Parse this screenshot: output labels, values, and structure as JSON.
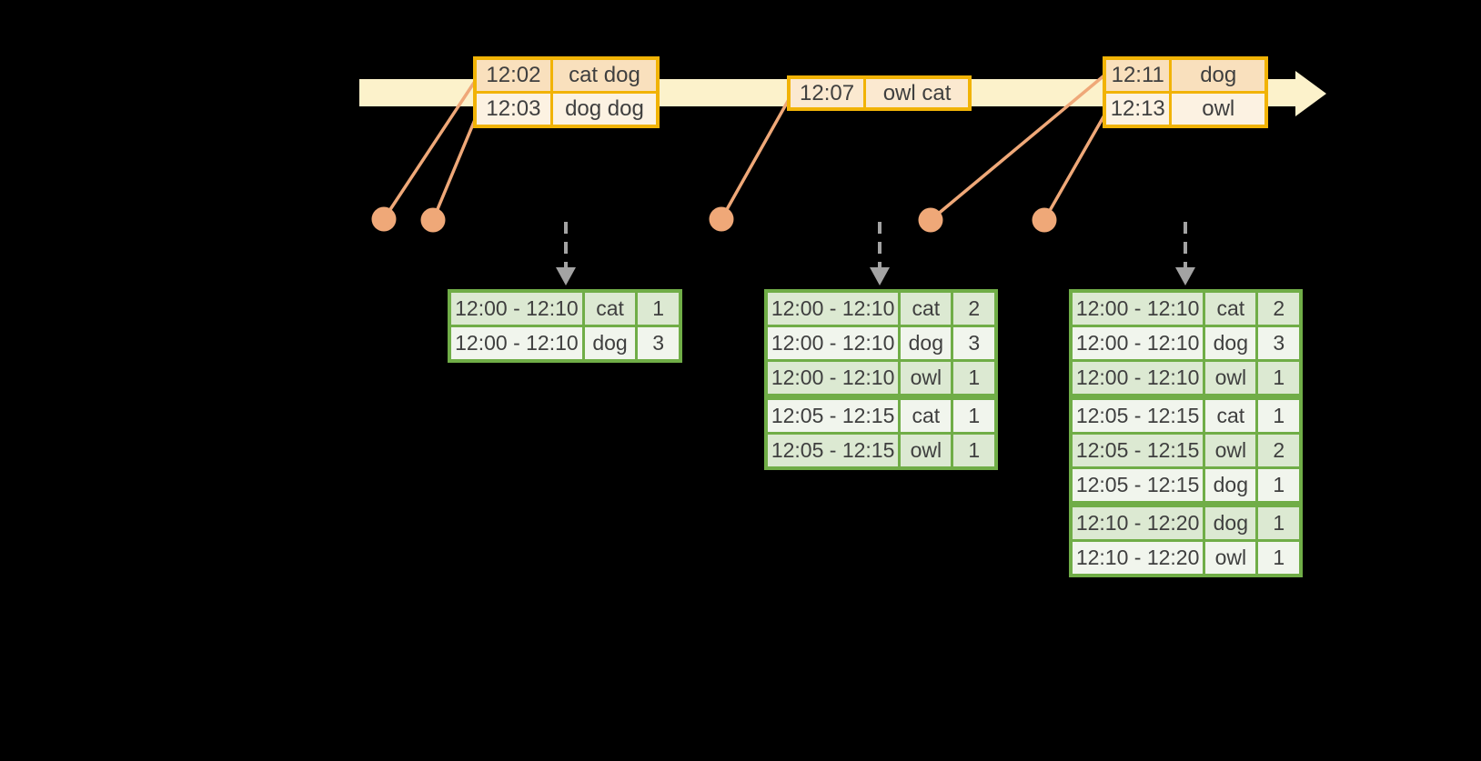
{
  "colors": {
    "background": "#000000",
    "timeline_band": "#FCF2CB",
    "event_border": "#F1B306",
    "event_row_alt": "#F9E0BD",
    "event_row": "#FCF2E2",
    "event_row_mid": "#FBE9D0",
    "connector": "#EFA878",
    "green_border": "#70AD47",
    "green_row_alt": "#DCE9D2",
    "green_row": "#F1F5ED",
    "arrow_gray": "#A3A3A3",
    "text": "#3F3F3F"
  },
  "icons": {
    "timeline_head": "right-arrowhead",
    "trigger_arrow": "down-dashed-arrow",
    "event_marker": "dot"
  },
  "event_tables": [
    {
      "rows": [
        {
          "time": "12:02",
          "words": "cat dog"
        },
        {
          "time": "12:03",
          "words": "dog dog"
        }
      ]
    },
    {
      "rows": [
        {
          "time": "12:07",
          "words": "owl cat"
        }
      ]
    },
    {
      "rows": [
        {
          "time": "12:11",
          "words": "dog"
        },
        {
          "time": "12:13",
          "words": "owl"
        }
      ]
    }
  ],
  "result_tables": [
    {
      "rows": [
        {
          "window": "12:00 - 12:10",
          "word": "cat",
          "count": "1"
        },
        {
          "window": "12:00 - 12:10",
          "word": "dog",
          "count": "3"
        }
      ]
    },
    {
      "rows": [
        {
          "window": "12:00 - 12:10",
          "word": "cat",
          "count": "2"
        },
        {
          "window": "12:00 - 12:10",
          "word": "dog",
          "count": "3"
        },
        {
          "window": "12:00 - 12:10",
          "word": "owl",
          "count": "1"
        },
        {
          "window": "12:05 - 12:15",
          "word": "cat",
          "count": "1",
          "group_start": true
        },
        {
          "window": "12:05 - 12:15",
          "word": "owl",
          "count": "1"
        }
      ]
    },
    {
      "rows": [
        {
          "window": "12:00 - 12:10",
          "word": "cat",
          "count": "2"
        },
        {
          "window": "12:00 - 12:10",
          "word": "dog",
          "count": "3"
        },
        {
          "window": "12:00 - 12:10",
          "word": "owl",
          "count": "1"
        },
        {
          "window": "12:05 - 12:15",
          "word": "cat",
          "count": "1",
          "group_start": true
        },
        {
          "window": "12:05 - 12:15",
          "word": "owl",
          "count": "2"
        },
        {
          "window": "12:05 - 12:15",
          "word": "dog",
          "count": "1"
        },
        {
          "window": "12:10 - 12:20",
          "word": "dog",
          "count": "1",
          "group_start": true
        },
        {
          "window": "12:10 - 12:20",
          "word": "owl",
          "count": "1"
        }
      ]
    }
  ]
}
